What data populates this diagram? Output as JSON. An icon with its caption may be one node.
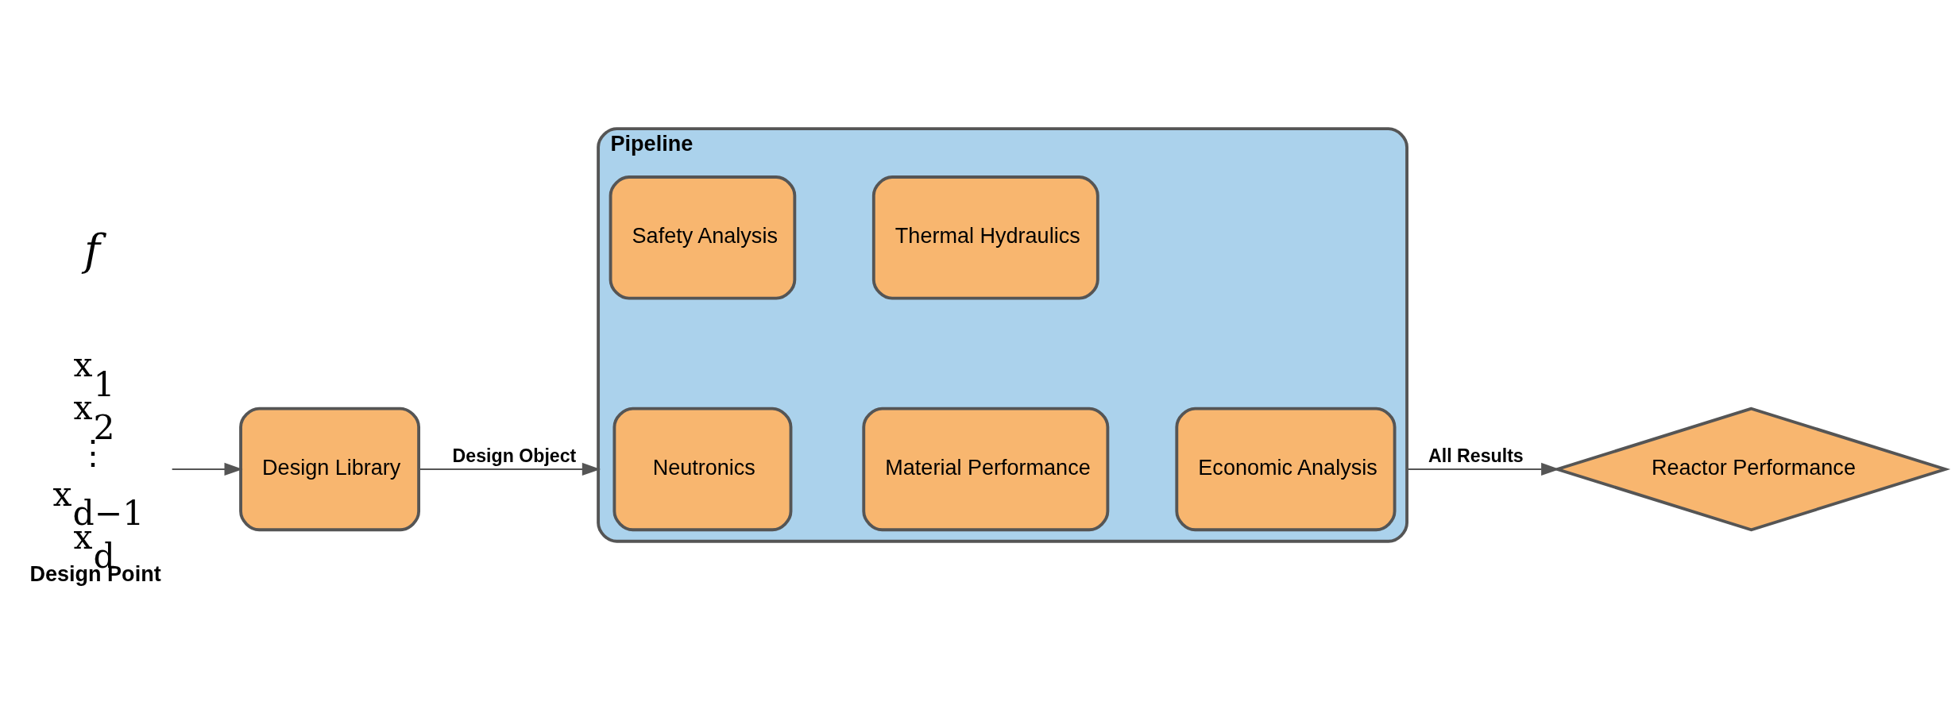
{
  "diagram": {
    "nodes": [
      {
        "text": [
          "x$_{1}$ x$_{2}$ ⋮ x$_{d−1}$ x$_{d}$",
          "Design Point"
        ]
      },
      {
        "text": [
          "Design Library"
        ]
      },
      {
        "text": [
          "Pipeline"
        ]
      },
      {
        "text": [
          "Neutronics"
        ],
        "in": 2
      },
      {
        "text": [
          "Material Performance"
        ],
        "in": 2
      },
      {
        "text": [
          "Economic Analysis"
        ],
        "in": 2
      },
      {
        "text": [
          "Safety Analysis"
        ],
        "in": 2
      },
      {
        "text": [
          "Thermal Hydraulics"
        ],
        "in": 2
      },
      {
        "text": [
          "Reactor Performance"
        ]
      }
    ],
    "edges": [
      {
        "from": 0,
        "to": 1,
        "arrow": "to"
      },
      {
        "from": 1,
        "to": 2,
        "arrow": "to",
        "label": "Design Object"
      },
      {
        "from": 2,
        "to": 8,
        "arrow": "to",
        "label": "All Results"
      }
    ],
    "labels": [
      "f"
    ]
  }
}
